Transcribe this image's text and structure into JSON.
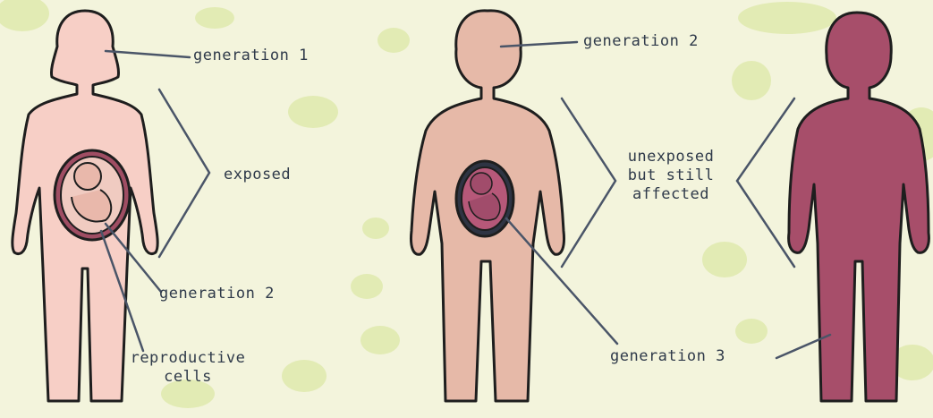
{
  "labels": {
    "gen1": "generation 1",
    "exposed": "exposed",
    "gen2_fetus": "generation 2",
    "repro": "reproductive\ncells",
    "gen2_child": "generation 2",
    "unexposed": "unexposed\nbut still\naffected",
    "gen3": "generation 3"
  },
  "colors": {
    "background": "#f3f4dc",
    "blob": "#e2ebb4",
    "woman": "#f7cfc6",
    "child": "#e6b9a8",
    "adult": "#a74e6a",
    "fetus_gen2": "#f0cbc1",
    "fetus_gen3": "#b65879",
    "outline": "#1e1e1e",
    "line": "#4a5568"
  }
}
